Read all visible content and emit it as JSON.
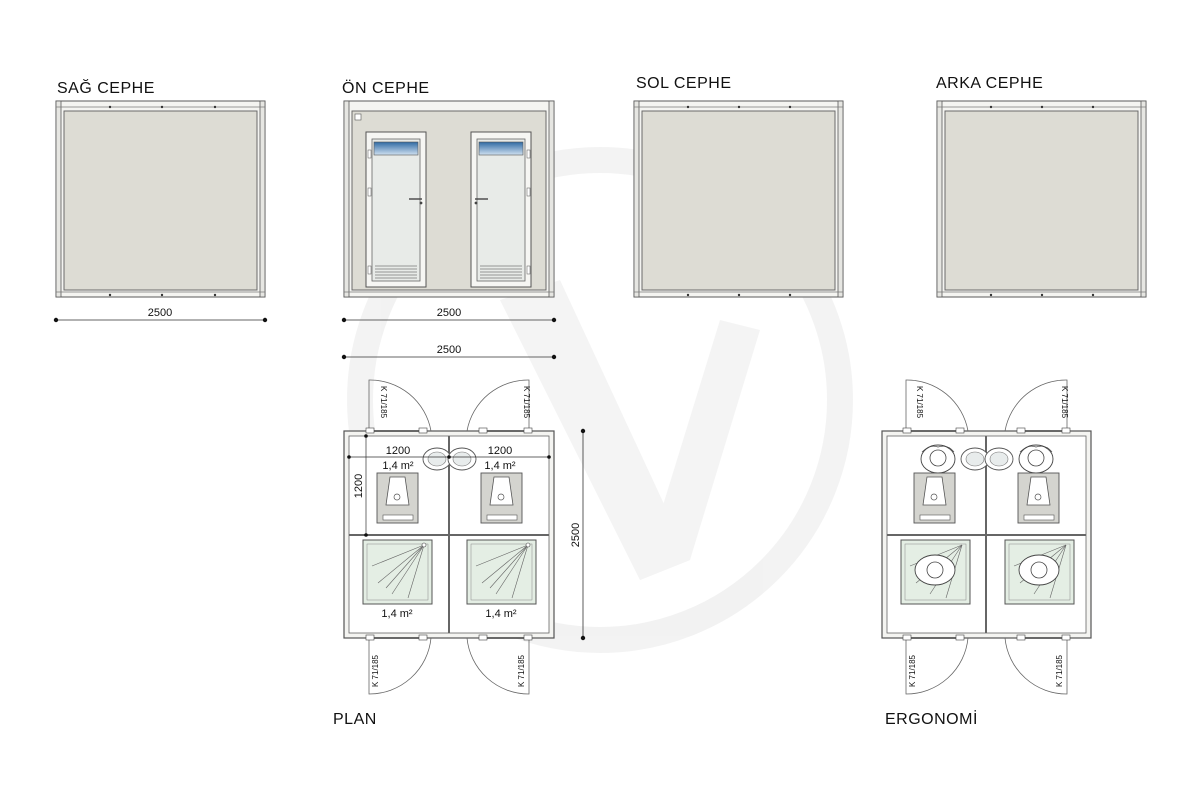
{
  "views": {
    "right": "SAĞ CEPHE",
    "front": "ÖN CEPHE",
    "left": "SOL CEPHE",
    "back": "ARKA CEPHE",
    "plan": "PLAN",
    "ergonomics": "ERGONOMİ"
  },
  "dimensions": {
    "width": "2500",
    "depth": "2500",
    "room_width": "1200",
    "room_depth": "1200"
  },
  "areas": {
    "toilet_left": "1,4 m²",
    "toilet_right": "1,4 m²",
    "shower_left": "1,4 m²",
    "shower_right": "1,4 m²"
  },
  "door_code": "K 71/185",
  "colors": {
    "panel_fill": "#dddcd4",
    "frame_fill": "#f2f2ee",
    "outline": "#5a5a5a",
    "glass_band": "#4a7fb0",
    "watermark": "#eeeeee"
  }
}
